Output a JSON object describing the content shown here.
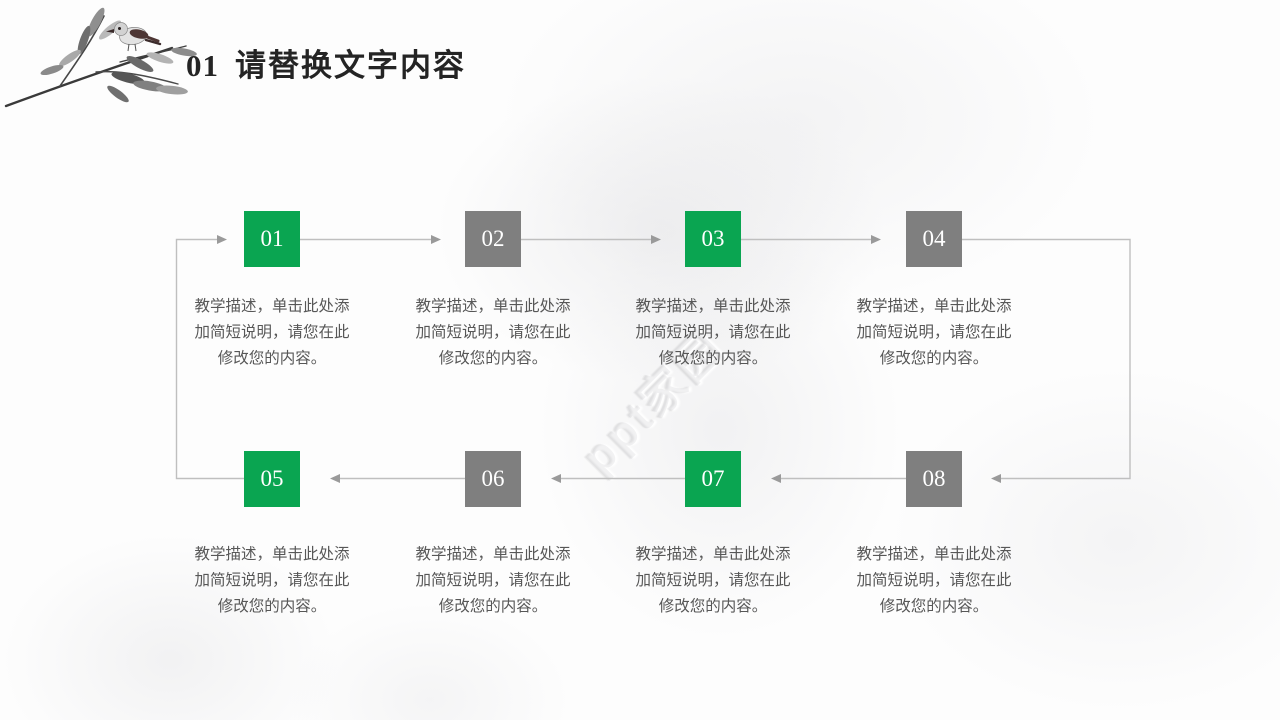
{
  "header": {
    "section_number": "01",
    "title": "请替换文字内容"
  },
  "watermark": "ppt家园",
  "illustration": {
    "name": "ink-branch-with-bird"
  },
  "flow": {
    "direction": "serpentine-loop",
    "line_color": "#bfbfbf",
    "arrow_color": "#9a9a9a",
    "green": "#0AA551",
    "gray": "#7F7F7F",
    "description_lines": [
      "教学描述，单击此处添",
      "加简短说明，请您在此",
      "修改您的内容。"
    ],
    "description": "教学描述，单击此处添加简短说明，请您在此修改您的内容。",
    "steps": [
      {
        "number": "01",
        "color": "#0AA551"
      },
      {
        "number": "02",
        "color": "#7F7F7F"
      },
      {
        "number": "03",
        "color": "#0AA551"
      },
      {
        "number": "04",
        "color": "#7F7F7F"
      },
      {
        "number": "05",
        "color": "#0AA551"
      },
      {
        "number": "06",
        "color": "#7F7F7F"
      },
      {
        "number": "07",
        "color": "#0AA551"
      },
      {
        "number": "08",
        "color": "#7F7F7F"
      }
    ]
  }
}
